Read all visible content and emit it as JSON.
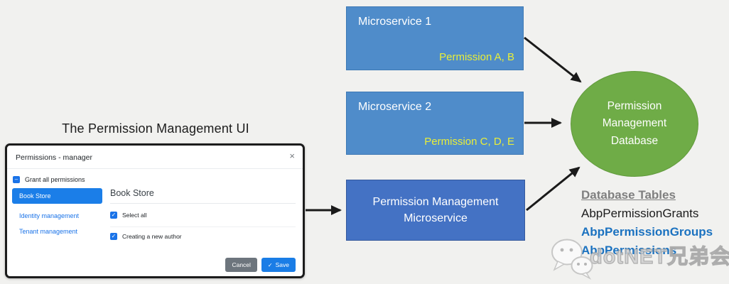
{
  "diagram": {
    "ui_title": "The Permission Management  UI",
    "microservice1": {
      "name": "Microservice 1",
      "permissions": "Permission A, B"
    },
    "microservice2": {
      "name": "Microservice 2",
      "permissions": "Permission C, D, E"
    },
    "permission_management_box": {
      "name_line1": "Permission Management",
      "name_line2": "Microservice"
    },
    "database": {
      "name_line1": "Permission",
      "name_line2": "Management",
      "name_line3": "Database"
    },
    "tables": {
      "heading": "Database Tables",
      "rows": [
        "AbpPermissionGrants",
        "AbpPermissionGroups",
        "AbpPermissions"
      ]
    },
    "watermark_text": "dotNET兄弟会"
  },
  "dialog": {
    "title": "Permissions - manager",
    "grant_all": {
      "label": "Grant all permissions",
      "state": "indeterminate"
    },
    "sidebar": {
      "items": [
        {
          "label": "Book Store",
          "selected": true
        },
        {
          "label": "Identity management",
          "selected": false
        },
        {
          "label": "Tenant management",
          "selected": false
        }
      ]
    },
    "panel": {
      "heading": "Book Store",
      "options": [
        {
          "label": "Select all",
          "checked": true
        },
        {
          "label": "Creating a new author",
          "checked": true
        }
      ]
    },
    "footer": {
      "cancel_label": "Cancel",
      "save_label": "Save"
    }
  },
  "icons": {
    "close": "×",
    "check": "✓",
    "indeterminate": "–",
    "save_check": "✓"
  },
  "colors": {
    "background": "#f1f1ef",
    "service_box_blue": "#4f8cca",
    "pm_box_blue": "#4472c4",
    "database_green": "#6fac47",
    "permission_label_yellow": "#e9ee38",
    "link_blue": "#1a73e8",
    "selected_item_blue": "#1b7ee8",
    "save_button_blue": "#1a7de6",
    "cancel_button_gray": "#6d757d",
    "table_heading_gray": "#7f7f7f",
    "table_blue": "#1b72c0",
    "arrow_black": "#1a1a1a"
  }
}
